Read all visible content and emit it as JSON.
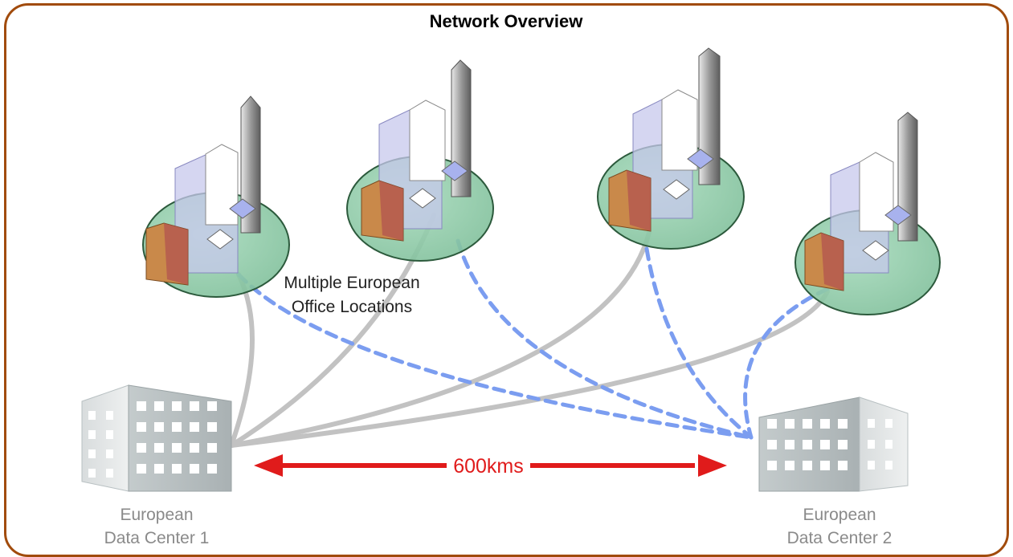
{
  "title": "Network Overview",
  "office_label_line1": "Multiple European",
  "office_label_line2": "Office Locations",
  "distance_label": "600kms",
  "data_centers": [
    {
      "line1": "European",
      "line2": "Data Center 1"
    },
    {
      "line1": "European",
      "line2": "Data Center 2"
    }
  ],
  "colors": {
    "frame": "#a14b0c",
    "solid_link": "#c2c2c2",
    "dashed_link": "#7b9df0",
    "distance_arrow": "#e01b1b",
    "office_ellipse": "#8fc9a6"
  }
}
